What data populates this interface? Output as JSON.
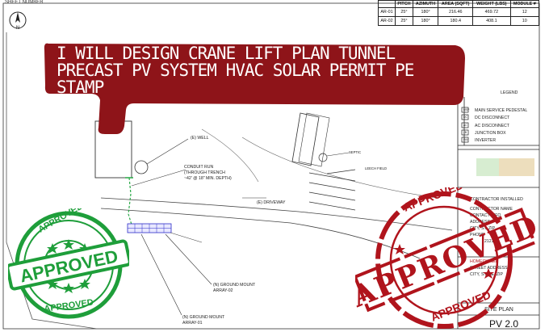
{
  "sheet_tag": "SHEET NUMBER",
  "module_table": {
    "headers": [
      "PITCH",
      "AZIMUTH",
      "AREA (SQFT)",
      "WEIGHT (LBS)",
      "MODULE #"
    ],
    "rows": [
      {
        "id": "AR-01",
        "pitch": "25°",
        "azimuth": "180°",
        "area": "216.46",
        "weight": "469.72",
        "module": "12"
      },
      {
        "id": "AR-02",
        "pitch": "25°",
        "azimuth": "180°",
        "area": "180.4",
        "weight": "408.1",
        "module": "10"
      }
    ]
  },
  "banner": {
    "line1": "I WILL DESIGN CRANE LIFT PLAN TUNNEL",
    "line2": "PRECAST PV SYSTEM HVAC SOLAR PERMIT PE",
    "line3": "STAMP",
    "color": "#8e1419"
  },
  "legend": {
    "title": "LEGEND",
    "items": [
      {
        "abbr": "MSP",
        "label": "MAIN SERVICE PEDESTAL"
      },
      {
        "abbr": "DC",
        "label": "DC DISCONNECT"
      },
      {
        "abbr": "AC",
        "label": "AC DISCONNECT"
      },
      {
        "abbr": "JB",
        "label": "JUNCTION BOX"
      },
      {
        "abbr": "INV",
        "label": "INVERTER"
      }
    ]
  },
  "title_block": {
    "contractor": "CONTRACTOR INSTALLED",
    "lines": [
      "CONTRACTOR NAME",
      "CONTACT INFO",
      "ADDRESS",
      "CITY, ST, ZIP",
      "PHONE"
    ],
    "phone_tail": "2121",
    "homeowner_lines": [
      "HOMEOWNER",
      "STREET ADDRESS",
      "CITY, STATE, ZIP"
    ],
    "sheet_title": "SITE PLAN",
    "sheet_number": "PV 2.0"
  },
  "drawing_labels": {
    "well": "(E) WELL",
    "conduit": [
      "CONDUIT RUN",
      "(THROUGH TRENCH",
      "~42' @ 18\" MIN. DEPTH)"
    ],
    "driveway": "(E) DRIVEWAY",
    "septic": "SEPTIC",
    "leach": "LEECH FIELD",
    "ground_mount_2": [
      "(N) GROUND MOUNT",
      "ARRAY-02"
    ],
    "ground_mount_1": [
      "(N) GROUND MOUNT",
      "ARRAY-01"
    ]
  },
  "stamps": {
    "left": {
      "text": "APPROVED",
      "color": "#1e9e3a"
    },
    "right": {
      "text": "APPROVED",
      "color": "#b0141c"
    }
  },
  "compass": {
    "letter": "N"
  }
}
